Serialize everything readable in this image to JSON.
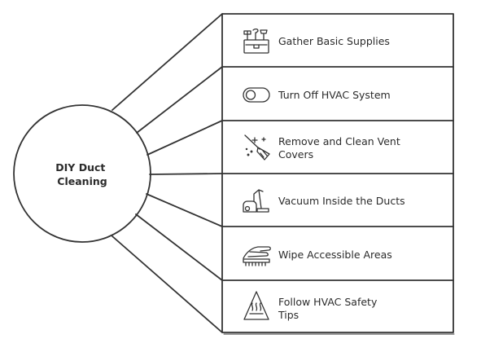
{
  "center": {
    "label_lines": [
      "DIY Duct",
      "Cleaning"
    ]
  },
  "items": [
    {
      "label_lines": [
        "Gather Basic Supplies"
      ],
      "icon": "toolbox-icon"
    },
    {
      "label_lines": [
        "Turn Off HVAC System"
      ],
      "icon": "toggle-switch-icon"
    },
    {
      "label_lines": [
        "Remove and Clean Vent",
        "Covers"
      ],
      "icon": "broom-icon"
    },
    {
      "label_lines": [
        "Vacuum Inside the Ducts"
      ],
      "icon": "vacuum-icon"
    },
    {
      "label_lines": [
        "Wipe Accessible Areas"
      ],
      "icon": "hand-wipe-icon"
    },
    {
      "label_lines": [
        "Follow HVAC Safety",
        "Tips"
      ],
      "icon": "heat-warning-icon"
    }
  ],
  "colors": {
    "stroke": "#333333",
    "text": "#2b2b2b",
    "background": "#ffffff"
  }
}
